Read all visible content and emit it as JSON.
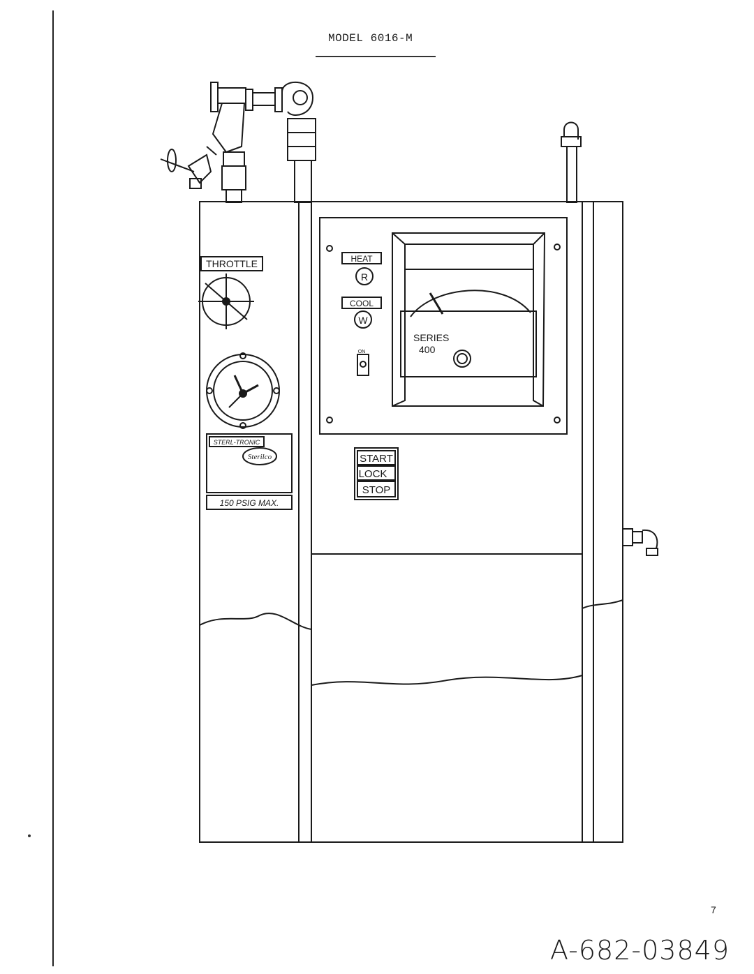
{
  "page": {
    "title": "MODEL 6016-M",
    "page_number": "7",
    "document_code": "A-682-03849"
  },
  "drawing": {
    "left_panel": {
      "throttle_label": "THROTTLE",
      "nameplate_top": "STERL-TRONIC",
      "nameplate_logo": "Sterilco",
      "pressure_rating": "150 PSIG MAX."
    },
    "control_panel": {
      "heat_label": "HEAT",
      "heat_indicator": "R",
      "cool_label": "COOL",
      "cool_indicator": "W",
      "switch_label": "ON",
      "recorder_series": "SERIES",
      "recorder_model": "400"
    },
    "start_box": {
      "line1": "START",
      "line2": "LOCK",
      "line3": "STOP"
    }
  }
}
